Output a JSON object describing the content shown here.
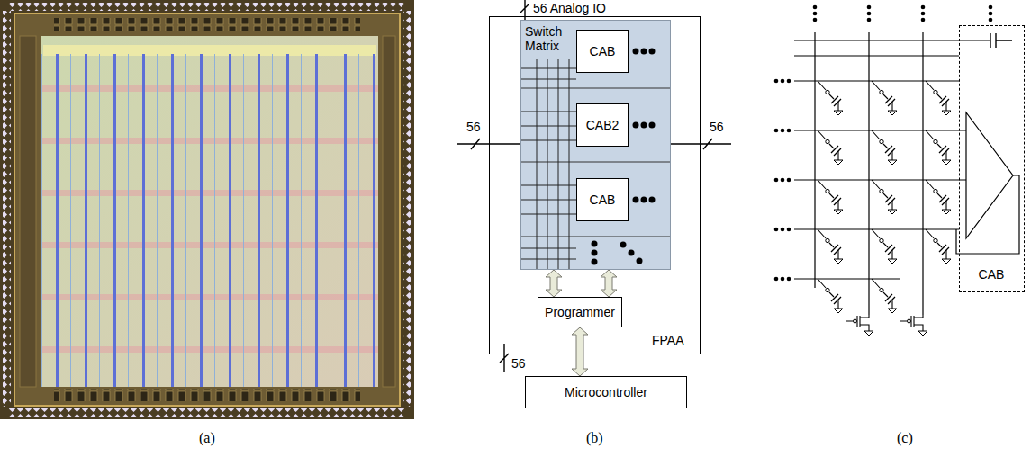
{
  "diagram": {
    "nodes": [
      {
        "text": [
          "FPAA"
        ]
      },
      {
        "text": [
          "Switch Matrix"
        ],
        "in": 0
      },
      {
        "text": [
          "CAB"
        ],
        "in": 1
      },
      {
        "text": [
          "CAB2"
        ],
        "in": 1
      },
      {
        "text": [
          "CAB"
        ],
        "in": 1
      },
      {
        "text": [
          "Programmer"
        ],
        "in": 0
      },
      {
        "text": [
          "Microcontroller"
        ]
      },
      {
        "text": [
          "CAB"
        ]
      }
    ],
    "edges": [
      {
        "from": 1,
        "to": 5,
        "arrow": "both"
      },
      {
        "from": 1,
        "to": 5,
        "arrow": "both"
      },
      {
        "from": 5,
        "to": 6,
        "arrow": "both"
      }
    ],
    "labels": [
      "56 Analog IO",
      "56",
      "56",
      "56",
      "(a)",
      "(b)",
      "(c)"
    ]
  }
}
